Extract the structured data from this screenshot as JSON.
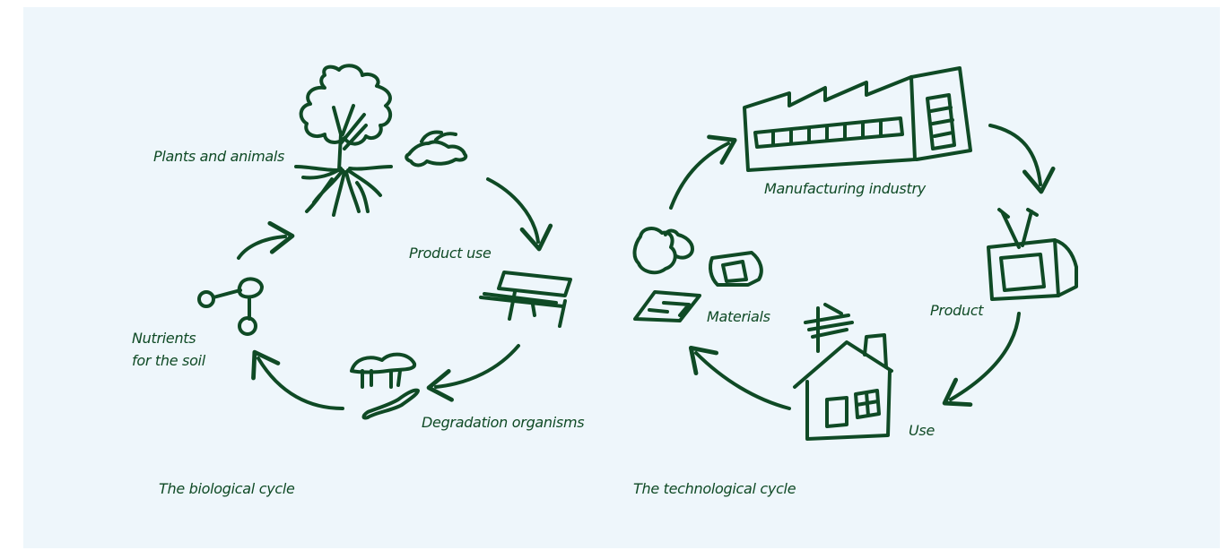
{
  "colors": {
    "background": "#eef6fb",
    "ink": "#0f4a25"
  },
  "biological": {
    "title": "The biological cycle",
    "plants_animals": "Plants and animals",
    "product_use": "Product use",
    "degradation": "Degradation organisms",
    "nutrients_line1": "Nutrients",
    "nutrients_line2": "for the soil"
  },
  "technological": {
    "title": "The technological cycle",
    "manufacturing": "Manufacturing industry",
    "product": "Product",
    "use": "Use",
    "materials": "Materials"
  },
  "icons": [
    "tree-icon",
    "rabbit-icon",
    "bench-icon",
    "mushroom-icon",
    "worm-icon",
    "molecule-icon",
    "factory-icon",
    "tv-icon",
    "house-icon",
    "materials-icon"
  ]
}
